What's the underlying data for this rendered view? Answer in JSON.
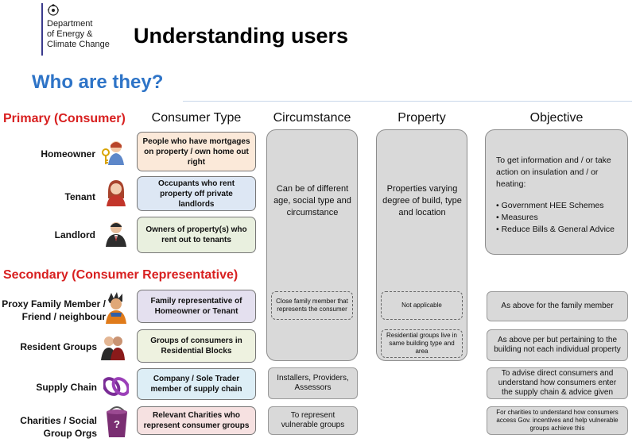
{
  "header": {
    "logo_lines": [
      "Department",
      "of Energy &",
      "Climate Change"
    ],
    "title": "Understanding users",
    "subtitle": "Who are they?"
  },
  "sections": {
    "primary": "Primary (Consumer)",
    "secondary": "Secondary (Consumer Representative)"
  },
  "columns": {
    "consumer_type": "Consumer  Type",
    "circumstance": "Circumstance",
    "property": "Property",
    "objective": "Objective"
  },
  "roles": {
    "homeowner": "Homeowner",
    "tenant": "Tenant",
    "landlord": "Landlord",
    "proxy_line1": "Proxy Family Member /",
    "proxy_line2": "Friend / neighbour",
    "resident_groups": "Resident Groups",
    "supply_chain": "Supply Chain",
    "charities_line1": "Charities / Social",
    "charities_line2": "Group Orgs"
  },
  "consumer_types": {
    "homeowner": "People who have mortgages on property / own home out right",
    "tenant": "Occupants who rent property off private landlords",
    "landlord": "Owners of property(s) who rent out to tenants",
    "proxy": "Family representative of Homeowner or Tenant",
    "resident_groups": "Groups of consumers in Residential Blocks",
    "supply_chain": "Company / Sole Trader member of supply chain",
    "charities": "Relevant Charities who represent consumer groups"
  },
  "circumstance": {
    "primary": "Can be of different age, social type and circumstance",
    "proxy": "Close family member that represents the consumer",
    "supply_chain": "Installers, Providers, Assessors",
    "charities": "To represent vulnerable groups"
  },
  "property": {
    "primary": "Properties varying degree of build, type and location",
    "proxy": "Not applicable",
    "resident_groups": "Residential groups live in same building type and area"
  },
  "objective": {
    "primary_intro": "To get information and / or take action  on insulation and / or heating:",
    "primary_items": [
      "• Government HEE Schemes",
      "• Measures",
      "•  Reduce Bills & General Advice"
    ],
    "proxy": "As above for the family member",
    "resident_groups": "As above per but pertaining to the building not each individual property",
    "supply_chain": "To advise direct consumers and understand how consumers enter the supply chain & advice given",
    "charities": "For charities to understand how consumers access Gov. incentives and help vulnerable groups achieve this"
  },
  "colors": {
    "title_blue": "#2e74c7",
    "section_red": "#d82020",
    "homeowner_fill": "#fbe9d9",
    "tenant_fill": "#dde7f4",
    "landlord_fill": "#e9f0df",
    "proxy_fill": "#e4e0ef",
    "resident_fill": "#eef2e0",
    "supply_fill": "#ddeef6",
    "charities_fill": "#f6e1e1",
    "column_grey": "#d9d9d9"
  },
  "icons": {
    "logo": "royal-crest-icon",
    "homeowner": "user-with-key-icon",
    "tenant": "woman-user-icon",
    "landlord": "businessman-icon",
    "proxy": "family-member-icon",
    "resident_groups": "group-icon",
    "supply_chain": "chain-link-icon",
    "charities": "charity-bucket-icon"
  }
}
